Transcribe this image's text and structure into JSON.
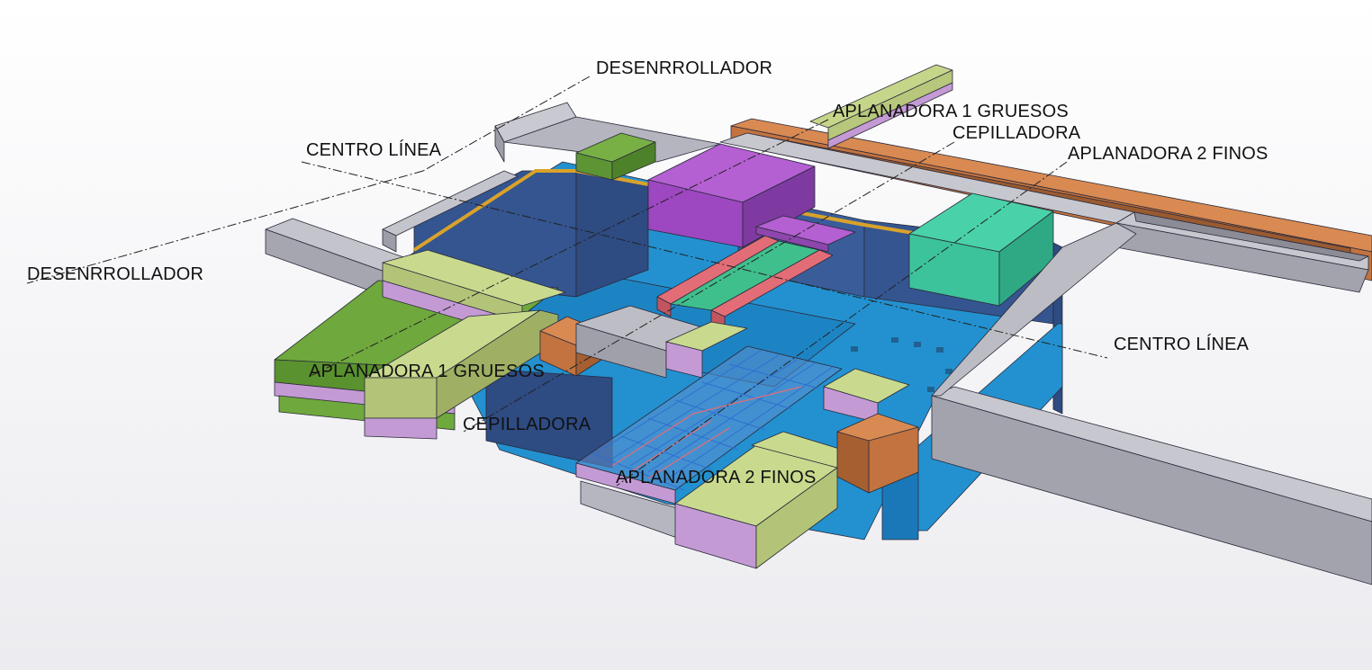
{
  "labels": {
    "desenrrollador_top": "DESENRROLLADOR",
    "desenrrollador_left": "DESENRROLLADOR",
    "centro_linea_left": "CENTRO LÍNEA",
    "centro_linea_right": "CENTRO LÍNEA",
    "aplanadora1_top": "APLANADORA 1 GRUESOS",
    "cepilladora_top": "CEPILLADORA",
    "aplanadora2_top": "APLANADORA 2 FINOS",
    "aplanadora1_bottom": "APLANADORA 1 GRUESOS",
    "cepilladora_bottom": "CEPILLADORA",
    "aplanadora2_bottom": "APLANADORA 2 FINOS"
  },
  "colors": {
    "pit_dark": "#2e4f8c",
    "pit_light": "#2391d0",
    "steel_grey": "#a9a9b3",
    "plate_lime": "#c7d98b",
    "plate_violet": "#c49ad4",
    "block_green": "#6aa33a",
    "block_magenta": "#a65bc4",
    "block_teal": "#3ec9a0",
    "rail_orange": "#c8784a",
    "roll_red": "#e06872"
  }
}
